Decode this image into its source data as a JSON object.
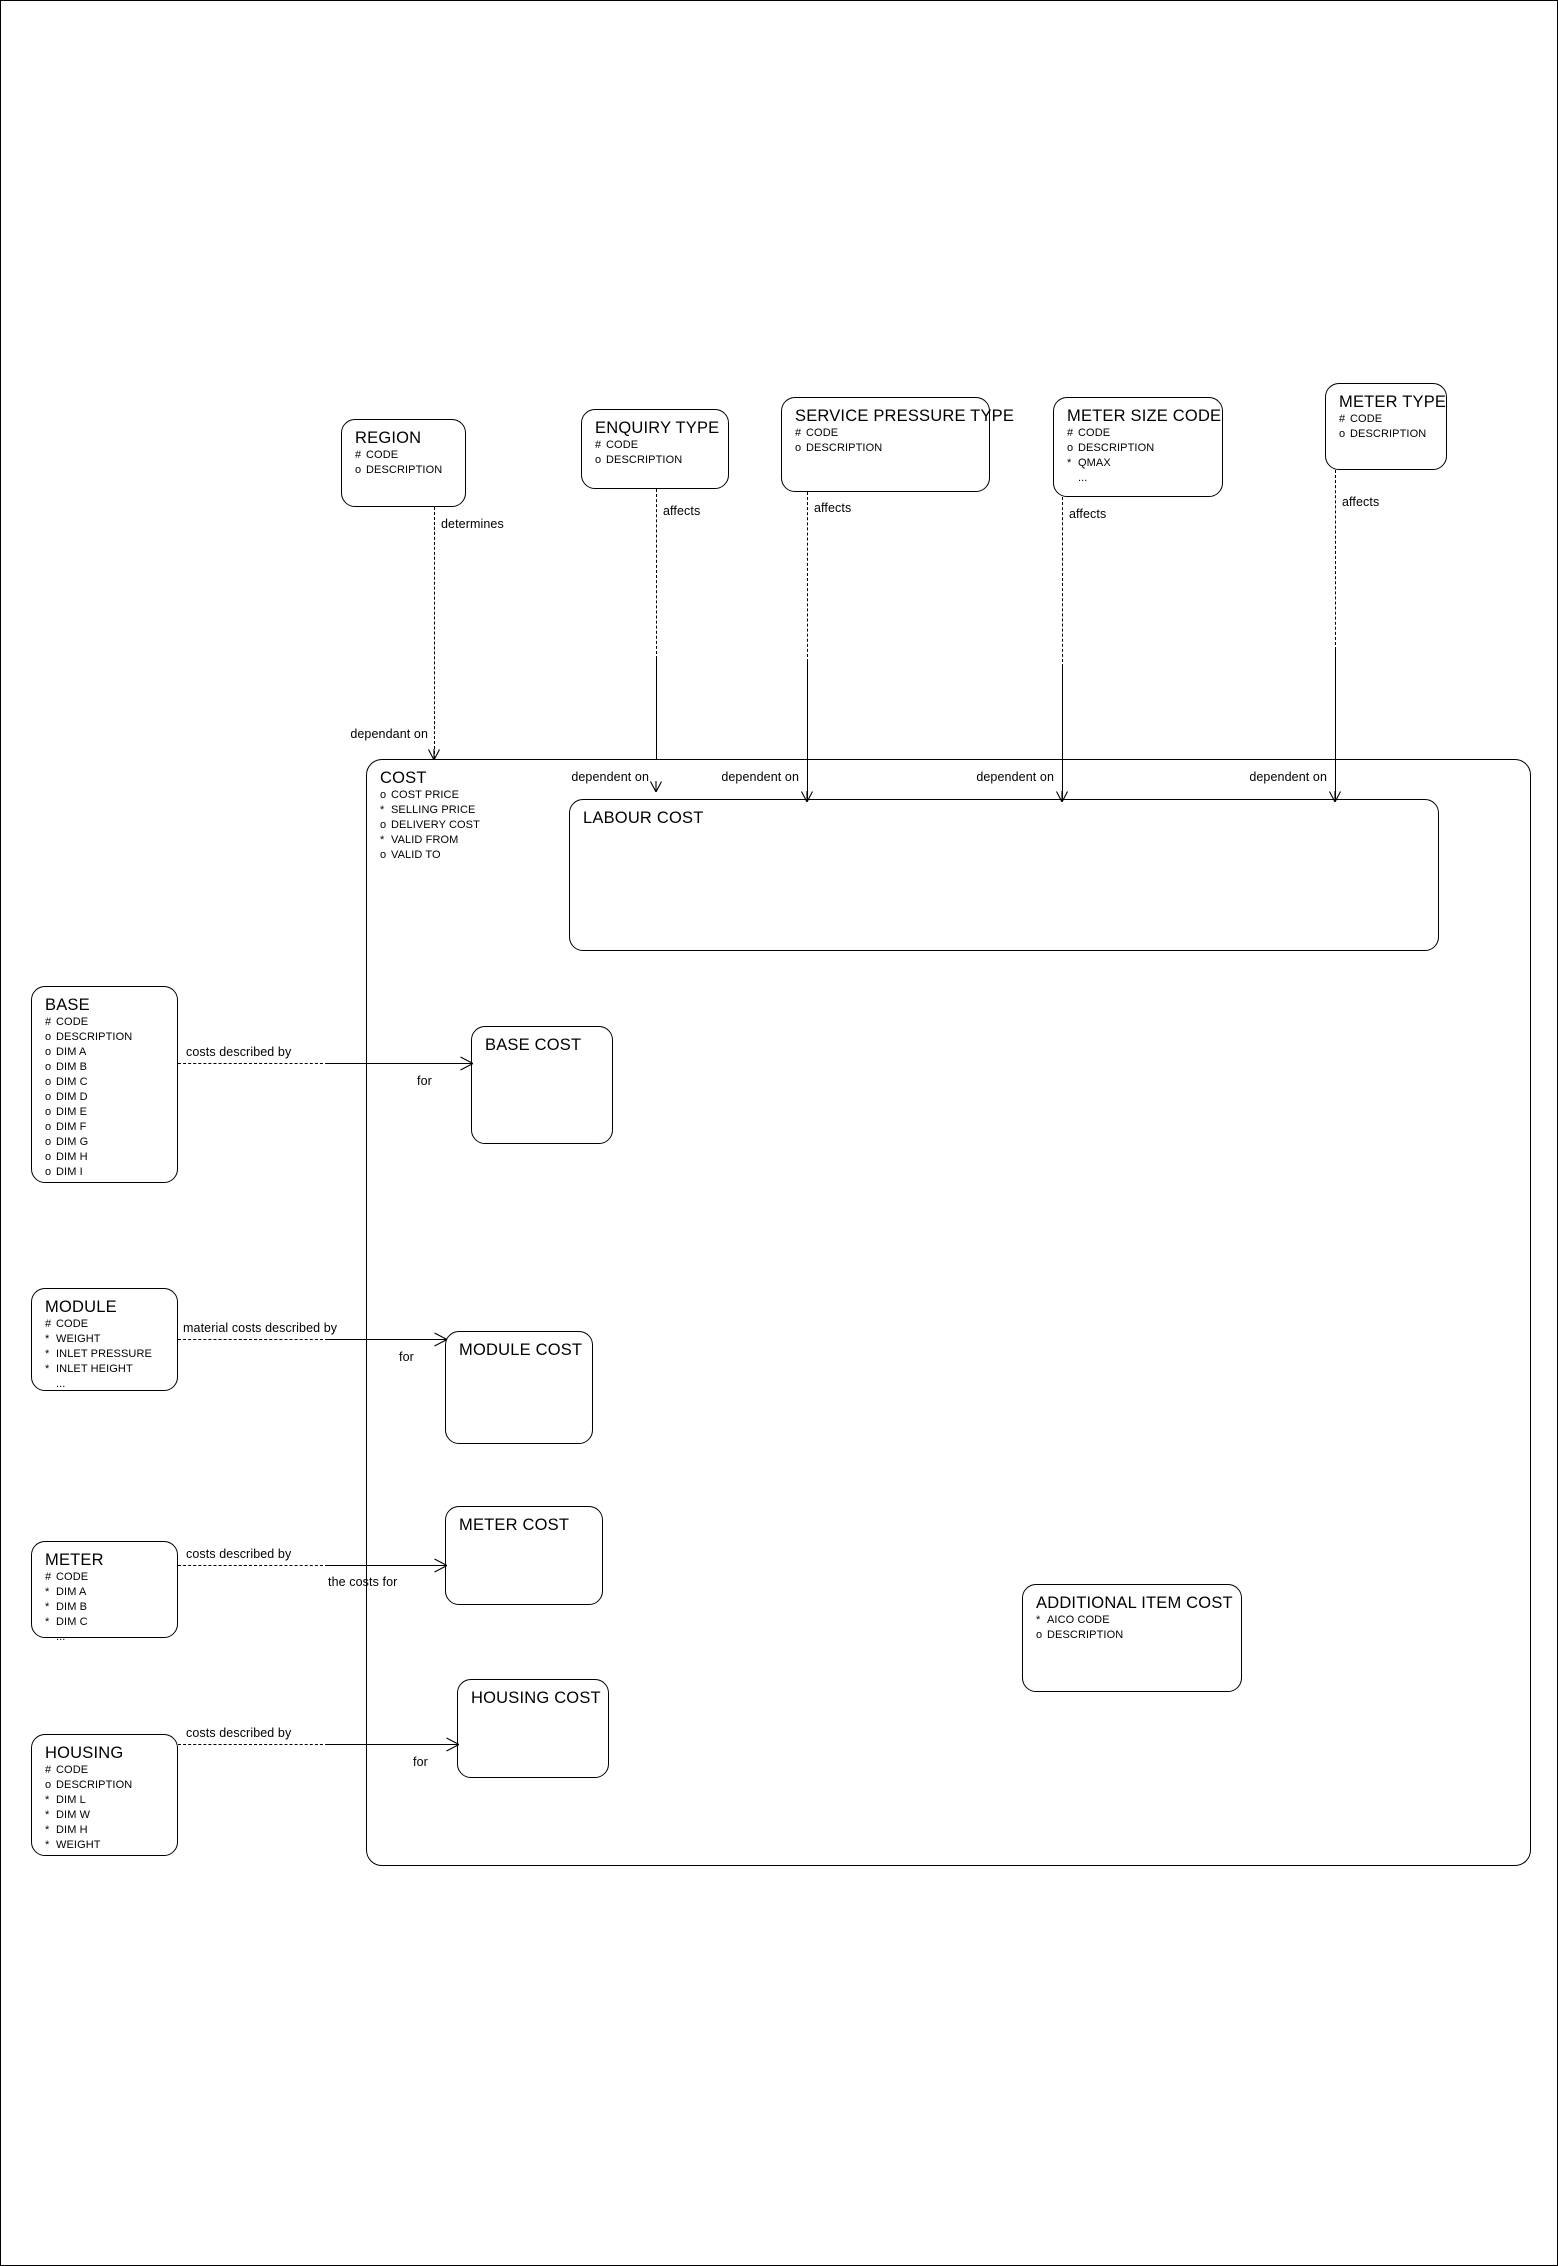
{
  "diagram": {
    "title": "Cost Entity Relationship Diagram",
    "notation": "barker-er",
    "line_color": "#000000",
    "background": "#ffffff",
    "entities": [
      {
        "id": "region",
        "name": "REGION",
        "attributes": [
          {
            "mark": "#",
            "label": "CODE"
          },
          {
            "mark": "o",
            "label": "DESCRIPTION"
          }
        ]
      },
      {
        "id": "enquiry-type",
        "name": "ENQUIRY TYPE",
        "attributes": [
          {
            "mark": "#",
            "label": "CODE"
          },
          {
            "mark": "o",
            "label": "DESCRIPTION"
          }
        ]
      },
      {
        "id": "service-pressure-type",
        "name": "SERVICE PRESSURE TYPE",
        "attributes": [
          {
            "mark": "#",
            "label": "CODE"
          },
          {
            "mark": "o",
            "label": "DESCRIPTION"
          }
        ]
      },
      {
        "id": "meter-size-code",
        "name": "METER SIZE CODE",
        "attributes": [
          {
            "mark": "#",
            "label": "CODE"
          },
          {
            "mark": "o",
            "label": "DESCRIPTION"
          },
          {
            "mark": "*",
            "label": "QMAX"
          },
          {
            "mark": "",
            "label": "..."
          }
        ]
      },
      {
        "id": "meter-type",
        "name": "METER TYPE",
        "attributes": [
          {
            "mark": "#",
            "label": "CODE"
          },
          {
            "mark": "o",
            "label": "DESCRIPTION"
          }
        ]
      },
      {
        "id": "cost",
        "name": "COST",
        "attributes": [
          {
            "mark": "o",
            "label": "COST PRICE"
          },
          {
            "mark": "*",
            "label": "SELLING PRICE"
          },
          {
            "mark": "o",
            "label": "DELIVERY COST"
          },
          {
            "mark": "*",
            "label": "VALID FROM"
          },
          {
            "mark": "o",
            "label": "VALID TO"
          }
        ]
      },
      {
        "id": "labour-cost",
        "name": "LABOUR COST",
        "attributes": []
      },
      {
        "id": "base",
        "name": "BASE",
        "attributes": [
          {
            "mark": "#",
            "label": "CODE"
          },
          {
            "mark": "o",
            "label": "DESCRIPTION"
          },
          {
            "mark": "o",
            "label": "DIM A"
          },
          {
            "mark": "o",
            "label": "DIM B"
          },
          {
            "mark": "o",
            "label": "DIM C"
          },
          {
            "mark": "o",
            "label": "DIM D"
          },
          {
            "mark": "o",
            "label": "DIM E"
          },
          {
            "mark": "o",
            "label": "DIM F"
          },
          {
            "mark": "o",
            "label": "DIM G"
          },
          {
            "mark": "o",
            "label": "DIM H"
          },
          {
            "mark": "o",
            "label": "DIM I"
          }
        ]
      },
      {
        "id": "base-cost",
        "name": "BASE COST",
        "attributes": []
      },
      {
        "id": "module",
        "name": "MODULE",
        "attributes": [
          {
            "mark": "#",
            "label": "CODE"
          },
          {
            "mark": "*",
            "label": "WEIGHT"
          },
          {
            "mark": "*",
            "label": "INLET PRESSURE"
          },
          {
            "mark": "*",
            "label": "INLET HEIGHT"
          },
          {
            "mark": "",
            "label": "..."
          }
        ]
      },
      {
        "id": "module-cost",
        "name": "MODULE COST",
        "attributes": []
      },
      {
        "id": "meter",
        "name": "METER",
        "attributes": [
          {
            "mark": "#",
            "label": "CODE"
          },
          {
            "mark": "*",
            "label": "DIM A"
          },
          {
            "mark": "*",
            "label": "DIM B"
          },
          {
            "mark": "*",
            "label": "DIM C"
          },
          {
            "mark": "",
            "label": "..."
          }
        ]
      },
      {
        "id": "meter-cost",
        "name": "METER COST",
        "attributes": []
      },
      {
        "id": "housing",
        "name": "HOUSING",
        "attributes": [
          {
            "mark": "#",
            "label": "CODE"
          },
          {
            "mark": "o",
            "label": "DESCRIPTION"
          },
          {
            "mark": "*",
            "label": "DIM L"
          },
          {
            "mark": "*",
            "label": "DIM W"
          },
          {
            "mark": "*",
            "label": "DIM H"
          },
          {
            "mark": "*",
            "label": "WEIGHT"
          }
        ]
      },
      {
        "id": "housing-cost",
        "name": "HOUSING COST",
        "attributes": []
      },
      {
        "id": "additional-item-cost",
        "name": "ADDITIONAL ITEM COST",
        "attributes": [
          {
            "mark": "*",
            "label": "AICO CODE"
          },
          {
            "mark": "o",
            "label": "DESCRIPTION"
          }
        ]
      }
    ],
    "relationships": [
      {
        "id": "region-cost",
        "from": "region",
        "to": "cost",
        "from_label": "determines",
        "to_label": "dependant on"
      },
      {
        "id": "enquiry-cost",
        "from": "enquiry-type",
        "to": "cost",
        "from_label": "affects",
        "to_label": "dependent on"
      },
      {
        "id": "pressure-labour",
        "from": "service-pressure-type",
        "to": "labour-cost",
        "from_label": "affects",
        "to_label": "dependent on"
      },
      {
        "id": "metersize-labour",
        "from": "meter-size-code",
        "to": "labour-cost",
        "from_label": "affects",
        "to_label": "dependent on"
      },
      {
        "id": "metertype-labour",
        "from": "meter-type",
        "to": "labour-cost",
        "from_label": "affects",
        "to_label": "dependent on"
      },
      {
        "id": "base-basecost",
        "from": "base",
        "to": "base-cost",
        "from_label": "costs described by",
        "to_label": "for"
      },
      {
        "id": "module-modulecost",
        "from": "module",
        "to": "module-cost",
        "from_label": "material costs described by",
        "to_label": "for"
      },
      {
        "id": "meter-metercost",
        "from": "meter",
        "to": "meter-cost",
        "from_label": "costs described by",
        "to_label": "the costs for"
      },
      {
        "id": "housing-housingcost",
        "from": "housing",
        "to": "housing-cost",
        "from_label": "costs described by",
        "to_label": "for"
      }
    ]
  }
}
